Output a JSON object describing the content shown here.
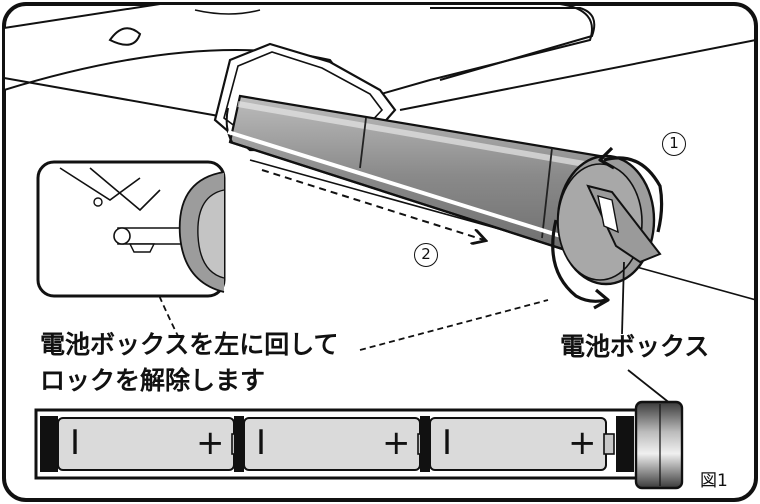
{
  "labels": {
    "unlock_line1": "電池ボックスを左に回して",
    "unlock_line2": "ロックを解除します",
    "battery_box": "電池ボックス",
    "figure": "図1"
  },
  "steps": [
    "1",
    "2"
  ],
  "cells": [
    {
      "minus": "I",
      "plus": "+"
    },
    {
      "minus": "I",
      "plus": "+"
    },
    {
      "minus": "I",
      "plus": "+"
    }
  ],
  "colors": {
    "outline": "#111111",
    "cell_fill": "#dadada",
    "cap_fill": "#c8c8c8",
    "background": "#ffffff"
  }
}
